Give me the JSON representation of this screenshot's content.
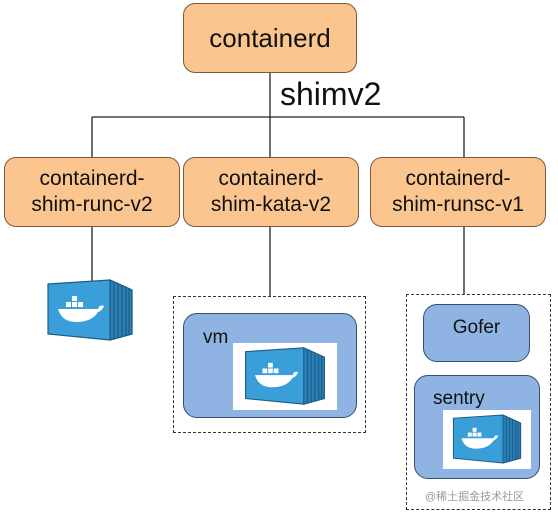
{
  "root": {
    "label": "containerd"
  },
  "edge_label": "shimv2",
  "shims": [
    {
      "label": "containerd-\nshim-runc-v2"
    },
    {
      "label": "containerd-\nshim-kata-v2"
    },
    {
      "label": "containerd-\nshim-runsc-v1"
    }
  ],
  "kata": {
    "vm_label": "vm"
  },
  "runsc": {
    "gofer_label": "Gofer",
    "sentry_label": "sentry"
  },
  "watermark": "@稀土掘金技术社区",
  "icons": [
    "docker-container-icon"
  ],
  "colors": {
    "orange": "#fbc58f",
    "blue": "#8fb4e3"
  }
}
